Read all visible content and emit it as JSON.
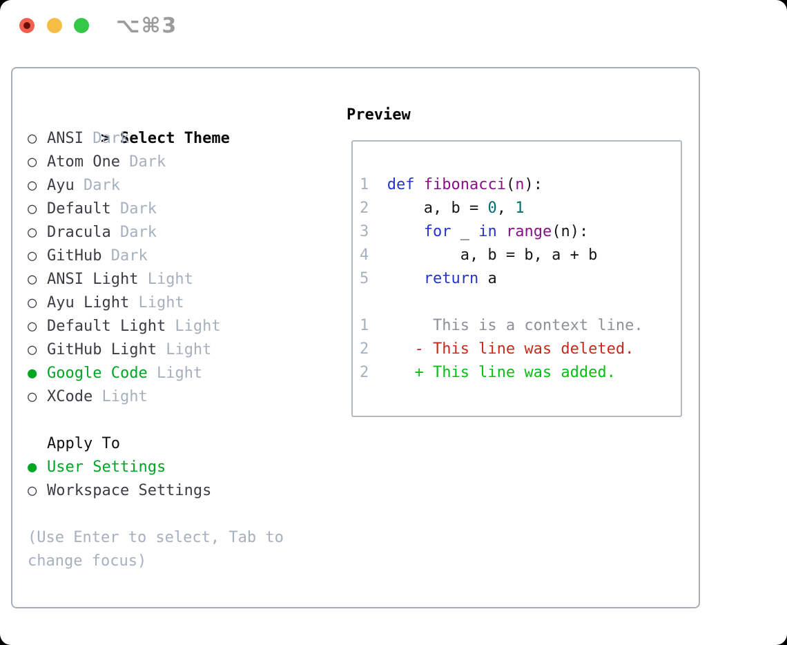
{
  "window": {
    "title": "⌥⌘3"
  },
  "colors": {
    "selected_green": "#00a524",
    "muted_gray": "#a6b0be",
    "text_dark": "#3a3e44",
    "panel_border": "#a8aeb8",
    "preview_border": "#b2b8c1",
    "syntax_keyword": "#2433c8",
    "syntax_function": "#8b0e8b",
    "syntax_number": "#006e6e",
    "diff_context": "#8b919b",
    "diff_deleted": "#c8291a",
    "diff_added": "#00c20e",
    "traffic_red": "#f1604f",
    "traffic_yellow": "#f6bd45",
    "traffic_green": "#35c748"
  },
  "theme_panel": {
    "header": {
      "prefix": ">",
      "label": "Select Theme"
    },
    "radio_unselected_glyph": "○",
    "radio_selected_glyph": "●",
    "themes": [
      {
        "name": "ANSI",
        "variant": "Dark",
        "selected": false
      },
      {
        "name": "Atom One",
        "variant": "Dark",
        "selected": false
      },
      {
        "name": "Ayu",
        "variant": "Dark",
        "selected": false
      },
      {
        "name": "Default",
        "variant": "Dark",
        "selected": false
      },
      {
        "name": "Dracula",
        "variant": "Dark",
        "selected": false
      },
      {
        "name": "GitHub",
        "variant": "Dark",
        "selected": false
      },
      {
        "name": "ANSI Light",
        "variant": "Light",
        "selected": false
      },
      {
        "name": "Ayu Light",
        "variant": "Light",
        "selected": false
      },
      {
        "name": "Default Light",
        "variant": "Light",
        "selected": false
      },
      {
        "name": "GitHub Light",
        "variant": "Light",
        "selected": false
      },
      {
        "name": "Google Code",
        "variant": "Light",
        "selected": true
      },
      {
        "name": "XCode",
        "variant": "Light",
        "selected": false
      }
    ],
    "apply_to": {
      "label": "Apply To",
      "options": [
        {
          "name": "User Settings",
          "selected": true
        },
        {
          "name": "Workspace Settings",
          "selected": false
        }
      ]
    },
    "help_lines": [
      "(Use Enter to select, Tab to",
      "change focus)"
    ]
  },
  "preview": {
    "label": "Preview",
    "code_lines": [
      {
        "num": "1",
        "tokens": [
          {
            "t": "def",
            "c": "kw"
          },
          {
            "t": " "
          },
          {
            "t": "fibonacci",
            "c": "fn"
          },
          {
            "t": "("
          },
          {
            "t": "n",
            "c": "fn"
          },
          {
            "t": "):"
          }
        ]
      },
      {
        "num": "2",
        "tokens": [
          {
            "t": "    a, b = "
          },
          {
            "t": "0",
            "c": "num"
          },
          {
            "t": ", "
          },
          {
            "t": "1",
            "c": "num"
          }
        ]
      },
      {
        "num": "3",
        "tokens": [
          {
            "t": "    "
          },
          {
            "t": "for",
            "c": "kw"
          },
          {
            "t": " _ "
          },
          {
            "t": "in",
            "c": "kw"
          },
          {
            "t": " "
          },
          {
            "t": "range",
            "c": "fn"
          },
          {
            "t": "(n):"
          }
        ]
      },
      {
        "num": "4",
        "tokens": [
          {
            "t": "        a, b = b, a + b"
          }
        ]
      },
      {
        "num": "5",
        "tokens": [
          {
            "t": "    "
          },
          {
            "t": "return",
            "c": "kw"
          },
          {
            "t": " a"
          }
        ]
      },
      {
        "num": "",
        "tokens": []
      },
      {
        "num": "1",
        "tokens": [
          {
            "t": "     This is a context line.",
            "c": "ctx"
          }
        ]
      },
      {
        "num": "2",
        "tokens": [
          {
            "t": "   - This line was deleted.",
            "c": "del"
          }
        ]
      },
      {
        "num": "2",
        "tokens": [
          {
            "t": "   + This line was added.",
            "c": "add"
          }
        ]
      }
    ]
  }
}
